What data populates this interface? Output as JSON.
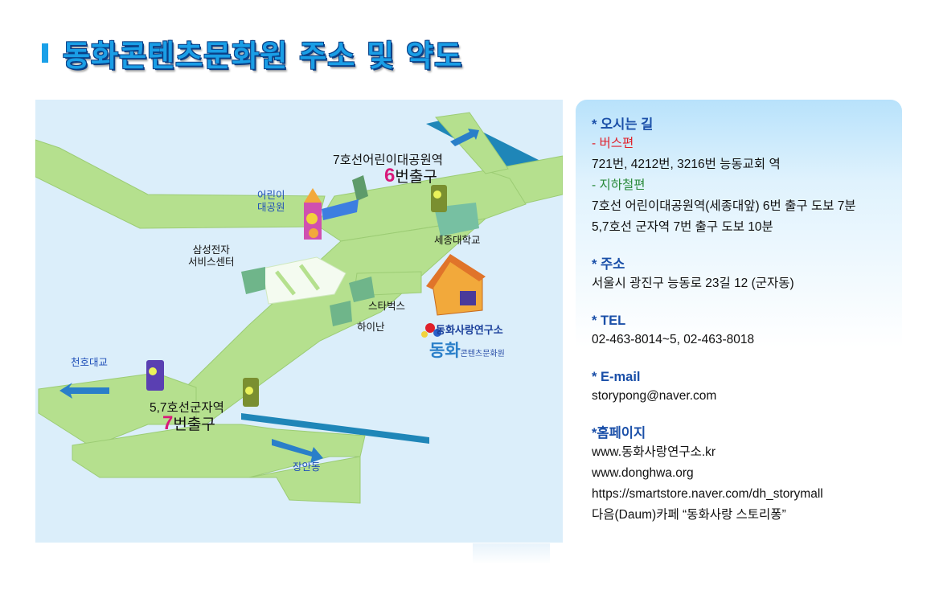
{
  "title": "동화콘텐츠문화원 주소 및 약도",
  "colors": {
    "accent": "#1a9ee6",
    "road": "#b5e08e",
    "map_bg": "#dbeefa",
    "heading": "#1a4fa8",
    "bus": "#e0202a",
    "subway": "#2a8a3a",
    "exit_number": "#d8197a"
  },
  "map": {
    "station_top_line1": "7호선어린이대공원역",
    "station_top_exit_num": "6",
    "station_top_exit_suffix": "번출구",
    "children_park_line1": "어린이",
    "children_park_line2": "대공원",
    "sejong_univ": "세종대학교",
    "samsung_line1": "삼성전자",
    "samsung_line2": "서비스센터",
    "starbucks": "스타벅스",
    "hainan": "하이난",
    "cheonho": "천호대교",
    "station_bottom_line1": "5,7호선군자역",
    "station_bottom_exit_num": "7",
    "station_bottom_exit_suffix": "번출구",
    "jangan": "장안동",
    "logo_line1": "동화사랑연구소",
    "logo_line2_big": "동화",
    "logo_line2_small": "콘텐츠문화원"
  },
  "info": {
    "directions_heading": "* 오시는 길",
    "bus_heading": "- 버스편",
    "bus_text": "721번, 4212번, 3216번 능동교회 역",
    "subway_heading": "- 지하철편",
    "subway_line1": "7호선 어린이대공원역(세종대앞) 6번 출구 도보 7분",
    "subway_line2": "5,7호선 군자역 7번 출구 도보 10분",
    "address_heading": "* 주소",
    "address_text": "서울시 광진구 능동로 23길 12 (군자동)",
    "tel_heading": "* TEL",
    "tel_text": "02-463-8014~5, 02-463-8018",
    "email_heading": "* E-mail",
    "email_text": "storypong@naver.com",
    "homepage_heading": "*홈페이지",
    "homepage_lines": [
      "www.동화사랑연구소.kr",
      "www.donghwa.org",
      "https://smartstore.naver.com/dh_storymall",
      "다음(Daum)카페 “동화사랑 스토리퐁”"
    ]
  }
}
